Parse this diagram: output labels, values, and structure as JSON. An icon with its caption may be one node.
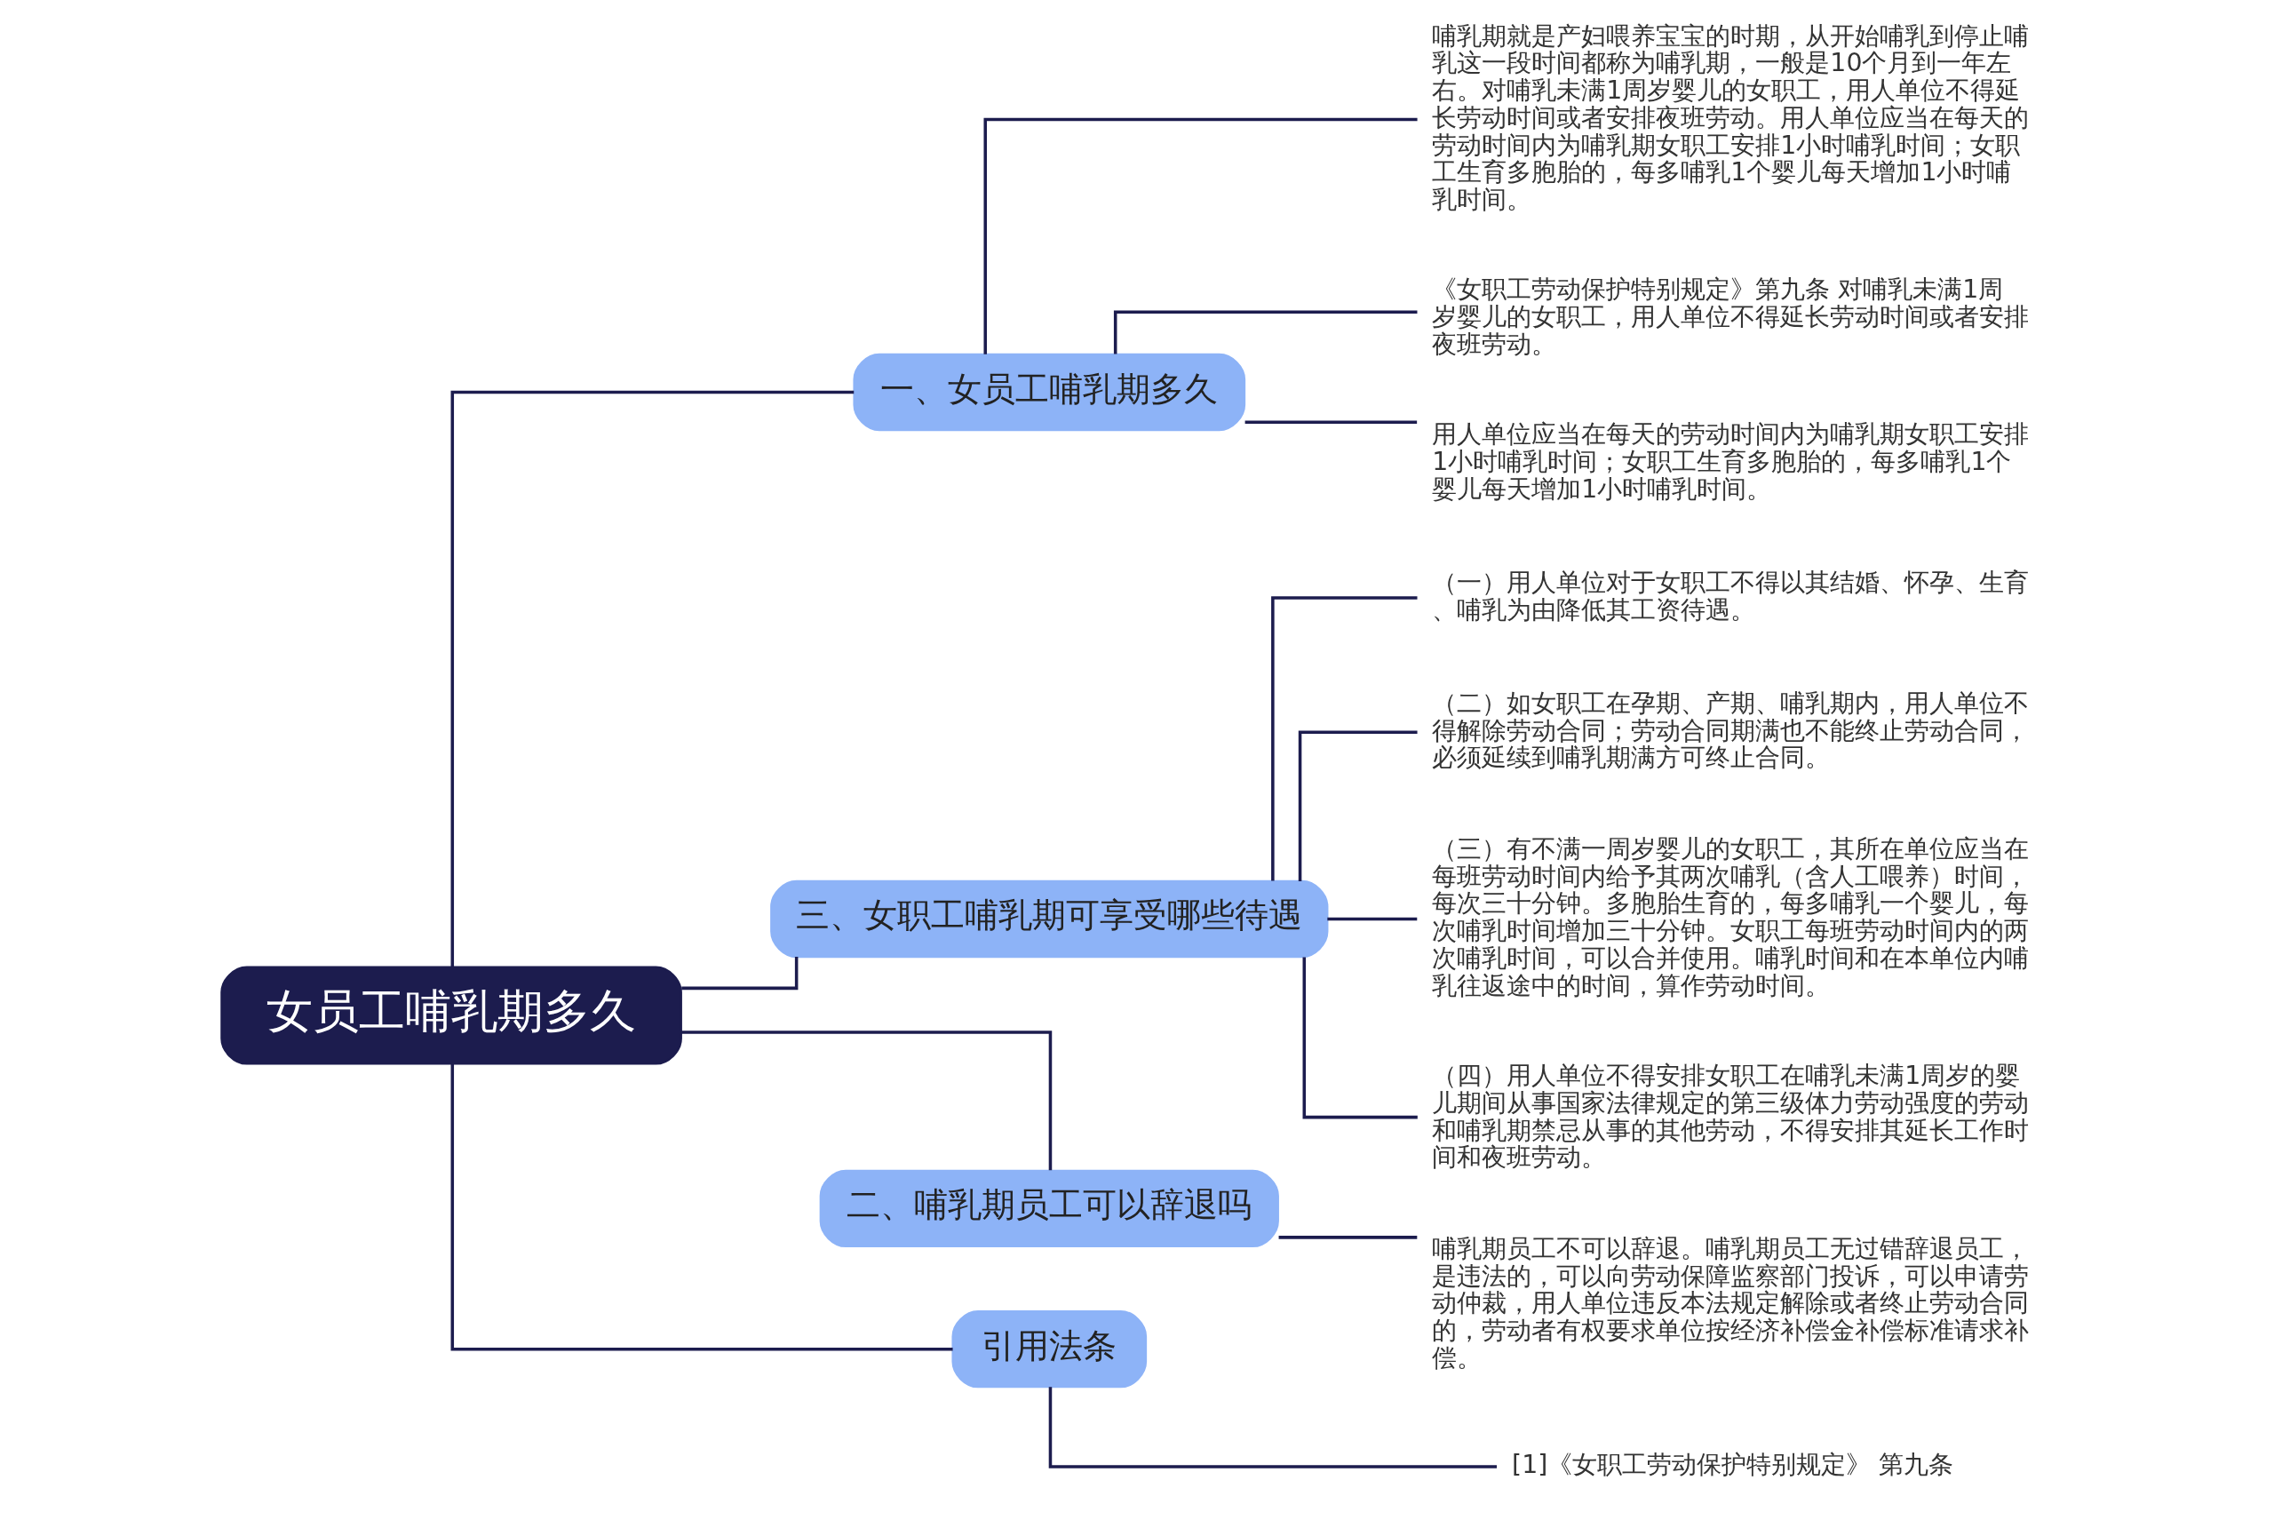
{
  "diagram": {
    "nodes": [
      {
        "text": [
          "女员工哺乳期多久"
        ]
      },
      {
        "text": [
          "一、女员工哺乳期多久"
        ]
      },
      {
        "text": [
          "哺乳期就是产妇喂养宝宝的时期，从开始哺乳到停止哺乳这一段时间都称为哺乳期，一般是10个月到一年左右。对哺乳未满1周岁婴儿的女职工，用人单位不得延长劳动时间或者安排夜班劳动。用人单位应当在每天的劳动时间内为哺乳期女职工安排1小时哺乳时间；女职工生育多胞胎的，每多哺乳1个婴儿每天增加1小时哺乳时间。"
        ]
      },
      {
        "text": [
          "《女职工劳动保护特别规定》第九条 对哺乳未满1周岁婴儿的女职工，用人单位不得延长劳动时间或者安排夜班劳动。"
        ]
      },
      {
        "text": [
          "用人单位应当在每天的劳动时间内为哺乳期女职工安排1小时哺乳时间；女职工生育多胞胎的，每多哺乳1个婴儿每天增加1小时哺乳时间。"
        ]
      },
      {
        "text": [
          "三、女职工哺乳期可享受哪些待遇"
        ]
      },
      {
        "text": [
          "（一）用人单位对于女职工不得以其结婚、怀孕、生育、哺乳为由降低其工资待遇。"
        ]
      },
      {
        "text": [
          "（二）如女职工在孕期、产期、哺乳期内，用人单位不得解除劳动合同；劳动合同期满也不能终止劳动合同，必须延续到哺乳期满方可终止合同。"
        ]
      },
      {
        "text": [
          "（三）有不满一周岁婴儿的女职工，其所在单位应当在每班劳动时间内给予其两次哺乳（含人工喂养）时间，每次三十分钟。多胞胎生育的，每多哺乳一个婴儿，每次哺乳时间增加三十分钟。女职工每班劳动时间内的两次哺乳时间，可以合并使用。哺乳时间和在本单位内哺乳往返途中的时间，算作劳动时间。"
        ]
      },
      {
        "text": [
          "（四）用人单位不得安排女职工在哺乳未满1周岁的婴儿期间从事国家法律规定的第三级体力劳动强度的劳动和哺乳期禁忌从事的其他劳动，不得安排其延长工作时间和夜班劳动。"
        ]
      },
      {
        "text": [
          "二、哺乳期员工可以辞退吗"
        ]
      },
      {
        "text": [
          "哺乳期员工不可以辞退。哺乳期员工无过错辞退员工，是违法的，可以向劳动保障监察部门投诉，可以申请劳动仲裁，用人单位违反本法规定解除或者终止劳动合同的，劳动者有权要求单位按经济补偿金补偿标准请求补偿。"
        ]
      },
      {
        "text": [
          "引用法条"
        ]
      },
      {
        "text": [
          "[1]《女职工劳动保护特别规定》 第九条"
        ]
      }
    ],
    "edges": [
      {
        "from": 0,
        "to": 1,
        "arrow": "none"
      },
      {
        "from": 1,
        "to": 2,
        "arrow": "none"
      },
      {
        "from": 1,
        "to": 3,
        "arrow": "none"
      },
      {
        "from": 1,
        "to": 4,
        "arrow": "none"
      },
      {
        "from": 0,
        "to": 5,
        "arrow": "none"
      },
      {
        "from": 5,
        "to": 6,
        "arrow": "none"
      },
      {
        "from": 5,
        "to": 7,
        "arrow": "none"
      },
      {
        "from": 5,
        "to": 8,
        "arrow": "none"
      },
      {
        "from": 5,
        "to": 9,
        "arrow": "none"
      },
      {
        "from": 0,
        "to": 10,
        "arrow": "none"
      },
      {
        "from": 10,
        "to": 11,
        "arrow": "none"
      },
      {
        "from": 0,
        "to": 12,
        "arrow": "none"
      },
      {
        "from": 12,
        "to": 13,
        "arrow": "none"
      }
    ]
  }
}
